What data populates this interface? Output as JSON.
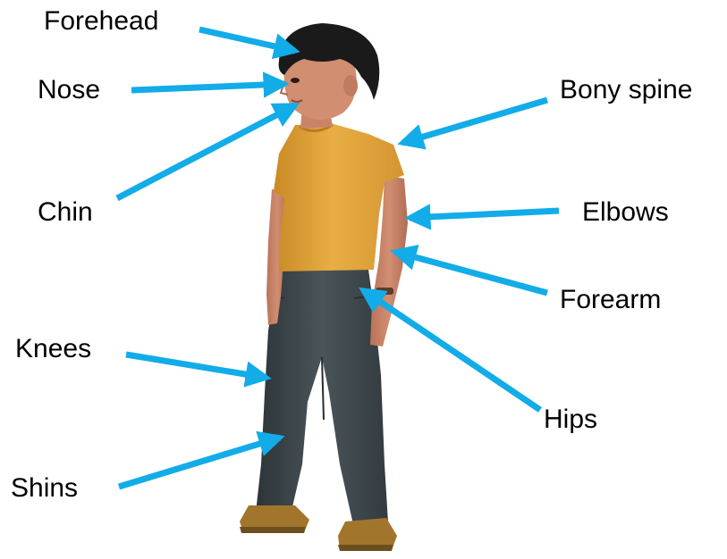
{
  "diagram": {
    "arrow_color": "#12ace8",
    "figure_colors": {
      "hair": "#1a1a1a",
      "skin": "#c98468",
      "shirt": "#e3a63b",
      "jeans": "#3f4a4f",
      "shoes": "#a1762c"
    },
    "labels": {
      "forehead": "Forehead",
      "nose": "Nose",
      "chin": "Chin",
      "knees": "Knees",
      "shins": "Shins",
      "bony_spine": "Bony spine",
      "elbows": "Elbows",
      "forearm": "Forearm",
      "hips": "Hips"
    }
  }
}
